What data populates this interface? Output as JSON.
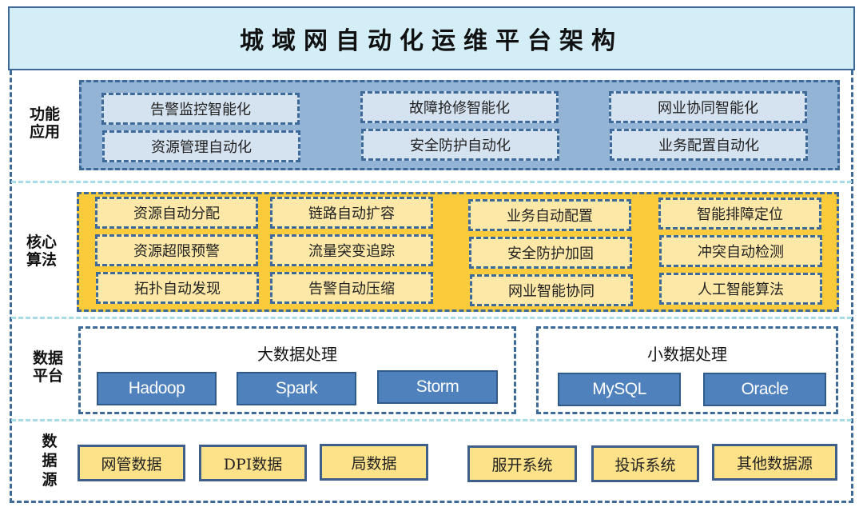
{
  "title": "城域网自动化运维平台架构",
  "layers": {
    "application": {
      "label_line1": "功能",
      "label_line2": "应用",
      "items": [
        "告警监控智能化",
        "故障抢修智能化",
        "网业协同智能化",
        "资源管理自动化",
        "安全防护自动化",
        "业务配置自动化"
      ],
      "panel_color": "#94b4d5",
      "item_color": "#d5e2f0"
    },
    "algorithm": {
      "label_line1": "核心",
      "label_line2": "算法",
      "items": [
        "资源自动分配",
        "链路自动扩容",
        "业务自动配置",
        "智能排障定位",
        "资源超限预警",
        "流量突变追踪",
        "安全防护加固",
        "冲突自动检测",
        "拓扑自动发现",
        "告警自动压缩",
        "网业智能协同",
        "人工智能算法"
      ],
      "panel_color": "#fbcb3b",
      "item_color": "#fde8a8"
    },
    "data_platform": {
      "label_line1": "数据",
      "label_line2": "平台",
      "big_data": {
        "title": "大数据处理",
        "items": [
          "Hadoop",
          "Spark",
          "Storm"
        ]
      },
      "small_data": {
        "title": "小数据处理",
        "items": [
          "MySQL",
          "Oracle"
        ]
      },
      "tech_color": "#4f81bd"
    },
    "data_source": {
      "label_chars": [
        "数",
        "据",
        "源"
      ],
      "items": [
        "网管数据",
        "DPI数据",
        "局数据",
        "服开系统",
        "投诉系统",
        "其他数据源"
      ],
      "item_color": "#fde28a"
    }
  },
  "colors": {
    "title_bg": "#d3eef6",
    "frame": "#3e6a9a",
    "separator": "#a8dbe8"
  }
}
